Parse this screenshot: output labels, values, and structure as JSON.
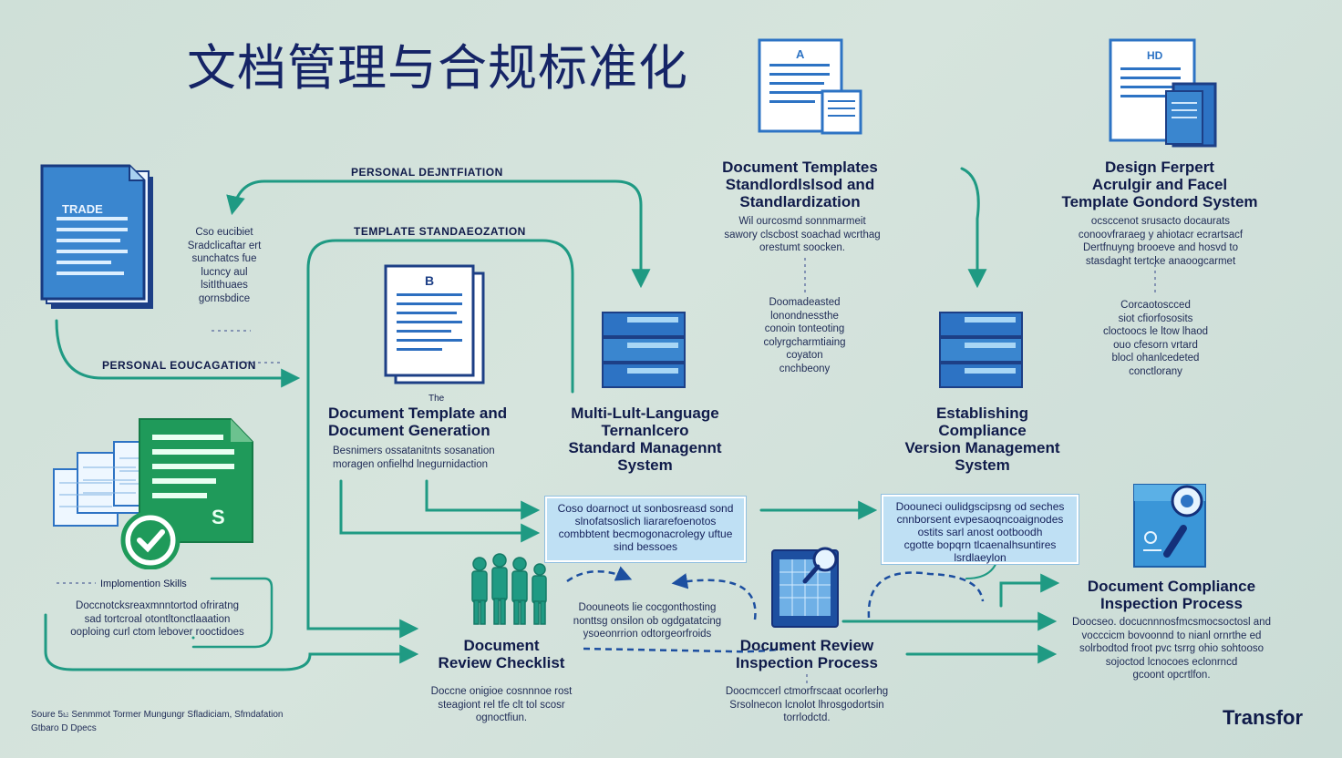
{
  "title": "文档管理与合规标准化",
  "brand": "Transfor",
  "footer": [
    "Soure 5ಟ Senmmot Tormer Mungungr Sfladiciam, Sfmdafation",
    "Gtbaro D Dpecs"
  ],
  "labels": {
    "personal_identification": "PERSONAL DEJNTFIATION",
    "template_standardization": "TEMPLATE STANDAEOZATION",
    "personal_education": "PERSONAL EOUCAGATION",
    "implementation_skills": "Implomention Skills",
    "the_label": "The"
  },
  "icons": {
    "doc_trade_label": "TRADE",
    "doc_b_label": "B",
    "doc_a_label": "A",
    "doc_d_label": "HD",
    "spreadsheet_label": "S"
  },
  "nodes": {
    "left_note": {
      "lines": [
        "Cso eucibiet",
        "Sradclicaftar ert",
        "sunchatcs fue",
        "lucncy aul",
        "lsitIthuaes",
        "gornsbdice"
      ]
    },
    "doc_generation": {
      "title": [
        "Document Template and",
        "Document Generation"
      ],
      "desc": [
        "Besnimers ossatanitnts sosanation",
        "moragen onfielhd lnegurnidaction"
      ]
    },
    "multi_language": {
      "title": [
        "Multi-Lult-Language",
        "Ternanlcero",
        "Standard Managennt",
        "System"
      ],
      "desc": []
    },
    "doc_templates": {
      "title": [
        "Document Templates",
        "Standlordlslsod and",
        "Standlardization"
      ],
      "desc": [
        "Wil ourcosmd sonnmarmeit",
        "sawory clscbost soachad wcrthag",
        "orestumt soocken."
      ]
    },
    "doc_center_note": {
      "lines": [
        "Doomadeasted",
        "lonondnessthe",
        "conoin tonteoting",
        "colyrgcharmtiaing",
        "coyaton",
        "cnchbeony"
      ]
    },
    "compliance_version": {
      "title": [
        "Establishing",
        "Compliance",
        "Version Management",
        "System"
      ]
    },
    "design_system": {
      "title": [
        "Design Ferpert",
        "Acrulgir and Facel",
        "Template Gondord System"
      ],
      "desc": [
        "ocsccenot srusacto docaurats",
        "conoovfraraeg y ahiotacr ecrartsacf",
        "Dertfnuyng brooeve and hosvd to",
        "stasdaght tertcke anaoogcarmet"
      ]
    },
    "right_note": {
      "lines": [
        "Corcaotoscced",
        "siot cfiorfososits",
        "cloctoocs le ltow lhaod",
        "ouo cfesorn vrtard",
        "blocl ohanlcedeted",
        "conctlorany"
      ]
    },
    "box_center": {
      "lines": [
        "Coso doarnoct ut sonbosreasd sond",
        "slnofatsoslich liararefoenotos",
        "combbtent becmogonacrolegy uftue",
        "sind bessoes"
      ]
    },
    "box_right": {
      "lines": [
        "Doouneci oulidgscipsng od seches",
        "cnnborsent evpesaoqncoaignodes",
        "ostits sarl anost ootboodh",
        "cgotte bopqrn tlcaenalhsuntires",
        "lsrdlaeylon"
      ]
    },
    "impl_desc": {
      "lines": [
        "Doccnotcksreaxmnntortod ofriratng",
        "sad tortcroal otontltonctlaaation",
        "ooploing curl ctom lebover rooctidoes"
      ]
    },
    "review_checklist": {
      "title": [
        "Document",
        "Review Checklist"
      ],
      "desc": [
        "Doccne onigioe cosnnnoe rost",
        "steagiont rel tfe clt tol scosr",
        "ognoctfiun."
      ]
    },
    "center_note2": {
      "lines": [
        "Doouneots lie cocgonthosting",
        "nonttsg onsilon ob ogdgatatcing",
        "ysoeonrrion odtorgeorfroids"
      ]
    },
    "review_inspection": {
      "title": [
        "Document Review",
        "Inspection Process"
      ],
      "desc": [
        "Doocmccerl ctmorfrscaat ocorlerhg",
        "Srsolnecon lcnolot lhrosgodortsin",
        "torrlodctd."
      ]
    },
    "compliance_inspection": {
      "title": [
        "Document Compliance",
        "Inspection Process"
      ],
      "desc": [
        "Doocseo. docucnnnosfmcsmocsoctosl and",
        "vocccicm bovoonnd to nianl ornrthe ed",
        "solrbodtod froot pvc tsrrg ohio sohtooso",
        "sojoctod lcnocoes eclonrncd",
        "gcoont opcrtlfon."
      ]
    }
  },
  "colors": {
    "accent_teal": "#1f9a83",
    "navy": "#152466",
    "doc_blue": "#2d73c4",
    "green": "#1f9a5a"
  }
}
